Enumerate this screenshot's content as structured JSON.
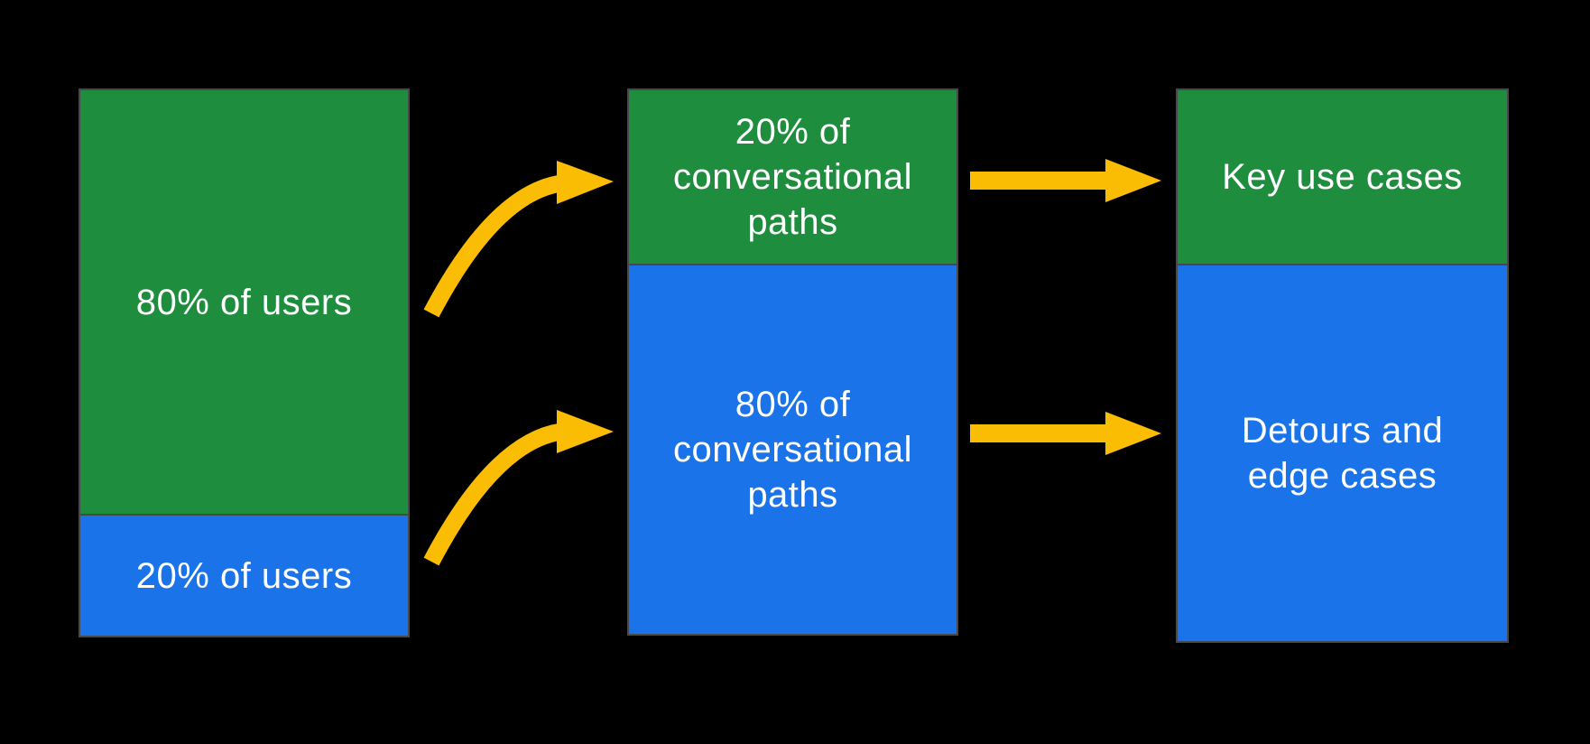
{
  "colors": {
    "bg": "#000000",
    "green": "#1E8E3E",
    "blue": "#1A73E8",
    "yellow": "#FBBC04",
    "border": "#47484B",
    "text": "#FFFFFF"
  },
  "bars": [
    {
      "name": "users",
      "segments": [
        {
          "kind": "green",
          "share": "80%",
          "label": "80% of users"
        },
        {
          "kind": "blue",
          "share": "20%",
          "label": "20% of users"
        }
      ]
    },
    {
      "name": "conversational-paths",
      "segments": [
        {
          "kind": "green",
          "share": "20%",
          "label": "20% of\nconversational\npaths"
        },
        {
          "kind": "blue",
          "share": "80%",
          "label": "80% of\nconversational\npaths"
        }
      ]
    },
    {
      "name": "outcomes",
      "segments": [
        {
          "kind": "green",
          "label": "Key use cases"
        },
        {
          "kind": "blue",
          "label": "Detours and\nedge cases"
        }
      ]
    }
  ],
  "arrows": [
    {
      "style": "curved",
      "color": "#FBBC04",
      "from": "80% of users",
      "to": "20% of conversational paths"
    },
    {
      "style": "curved",
      "color": "#FBBC04",
      "from": "20% of users",
      "to": "80% of conversational paths"
    },
    {
      "style": "straight",
      "color": "#FBBC04",
      "from": "20% of conversational paths",
      "to": "Key use cases"
    },
    {
      "style": "straight",
      "color": "#FBBC04",
      "from": "80% of conversational paths",
      "to": "Detours and edge cases"
    }
  ]
}
